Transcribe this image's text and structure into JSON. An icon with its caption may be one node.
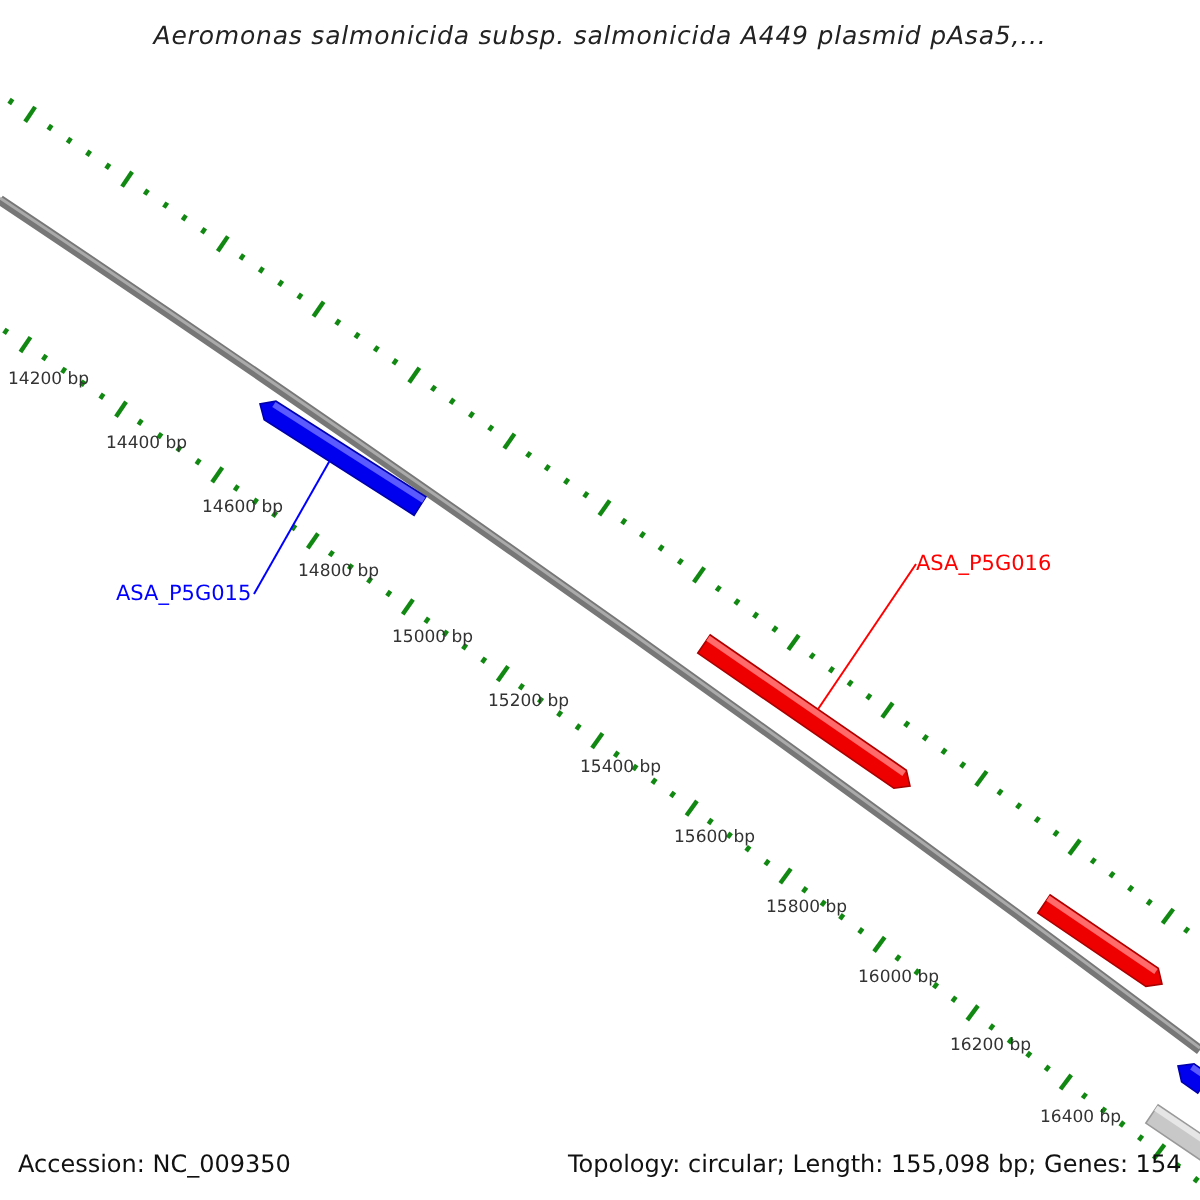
{
  "diagram": {
    "title": "Aeromonas salmonicida subsp. salmonicida A449 plasmid pAsa5,...",
    "nodes": [
      {
        "text": [],
        "shape": "arrow"
      },
      {
        "text": [
          "ASA_P5G016"
        ]
      },
      {
        "text": [
          "ASA_P5G015"
        ]
      },
      {
        "text": [],
        "shape": "arrow"
      },
      {
        "text": [],
        "shape": "arrow"
      },
      {
        "text": [],
        "shape": "arrow"
      },
      {
        "text": [],
        "shape": "arrow"
      }
    ],
    "edges": [
      {
        "from": 2,
        "to": 0,
        "arrow": "none",
        "color": "#0000ff"
      },
      {
        "from": 1,
        "to": 3,
        "arrow": "none",
        "color": "#ff0000"
      }
    ],
    "labels": [
      "14200 bp",
      "14400 bp",
      "14600 bp",
      "14800 bp",
      "15000 bp",
      "15200 bp",
      "15400 bp",
      "15600 bp",
      "15800 bp",
      "16000 bp",
      "16200 bp",
      "16400 bp",
      "Accession: NC_009350",
      "Topology: circular; Length: 155,098 bp; Genes: 154"
    ]
  }
}
